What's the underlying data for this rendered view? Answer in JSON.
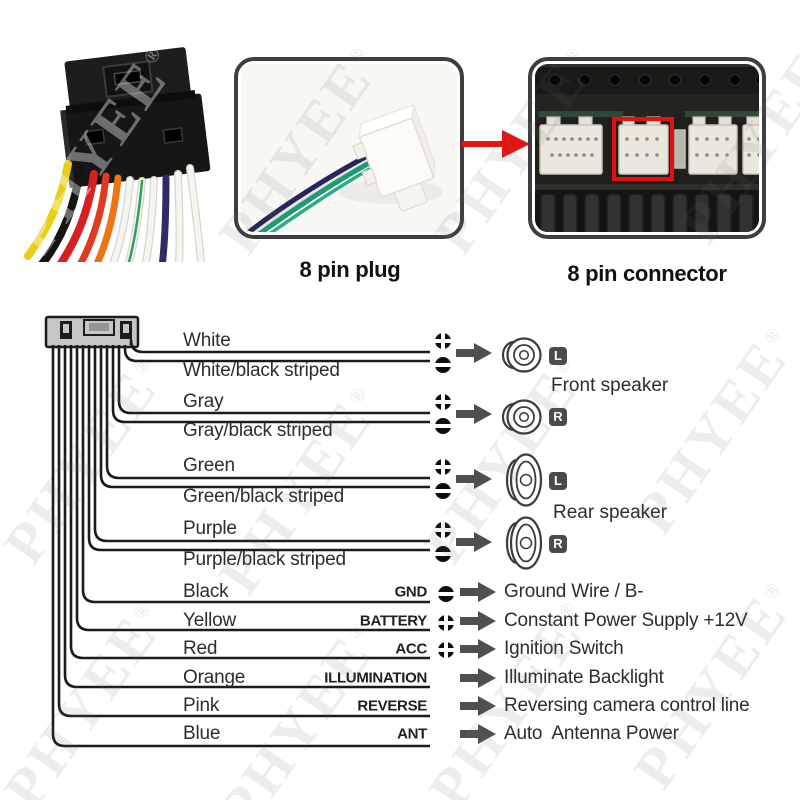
{
  "watermark": {
    "text": "PHYEE",
    "reg": "®"
  },
  "top": {
    "plug_caption": "8 pin plug",
    "connector_caption": "8 pin connector"
  },
  "diagram": {
    "wires": [
      {
        "label": "White",
        "polarity": "+",
        "connects_to": "front speaker left"
      },
      {
        "label": "White/black striped",
        "polarity": "-",
        "connects_to": "front speaker left"
      },
      {
        "label": "Gray",
        "polarity": "+",
        "connects_to": "front speaker right"
      },
      {
        "label": "Gray/black striped",
        "polarity": "-",
        "connects_to": "front speaker right"
      },
      {
        "label": "Green",
        "polarity": "+",
        "connects_to": "rear speaker left"
      },
      {
        "label": "Green/black striped",
        "polarity": "-",
        "connects_to": "rear speaker left"
      },
      {
        "label": "Purple",
        "polarity": "+",
        "connects_to": "rear speaker right"
      },
      {
        "label": "Purple/black striped",
        "polarity": "-",
        "connects_to": "rear speaker right"
      },
      {
        "label": "Black",
        "terminal": "GND",
        "polarity": "-",
        "function": "Ground Wire / B-"
      },
      {
        "label": "Yellow",
        "terminal": "BATTERY",
        "polarity": "+",
        "function": "Constant Power Supply +12V"
      },
      {
        "label": "Red",
        "terminal": "ACC",
        "polarity": "+",
        "function": "Ignition Switch"
      },
      {
        "label": "Orange",
        "terminal": "ILLUMINATION",
        "function": "Illuminate Backlight"
      },
      {
        "label": "Pink",
        "terminal": "REVERSE",
        "function": "Reversing camera control line"
      },
      {
        "label": "Blue",
        "terminal": "ANT",
        "function": "Auto  Antenna Power"
      }
    ],
    "speakers": {
      "front_label": "Front speaker",
      "rear_label": "Rear speaker",
      "channels": [
        "L",
        "R",
        "L",
        "R"
      ]
    },
    "colors": {
      "line": "#1b1b1b",
      "arrow": "#4f4f4d",
      "highlight_red": "#e01212"
    }
  }
}
